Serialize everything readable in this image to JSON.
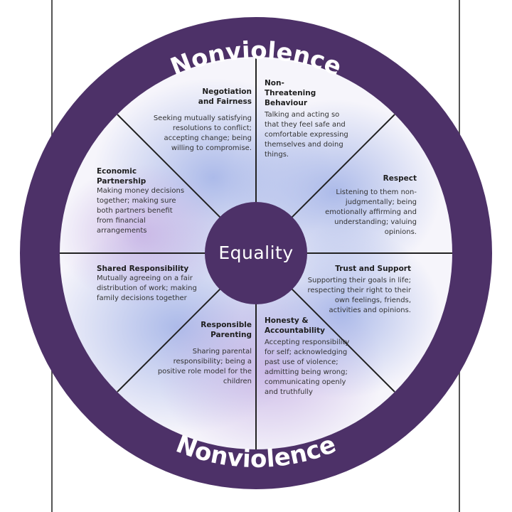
{
  "ring": {
    "top_label": "Nonviolence",
    "bottom_label": "Nonviolence"
  },
  "center": {
    "label": "Equality"
  },
  "colors": {
    "purple": "#4d3168",
    "watercolor_blue": "#aab8e6",
    "watercolor_violet": "#c6b0e2"
  },
  "segments": [
    {
      "title": "Negotiation and Fairness",
      "title_lines": [
        "Negotiation",
        "and Fairness"
      ],
      "desc": "Seeking mutually satisfying resolutions to conflict; accepting change; being willing to compromise."
    },
    {
      "title": "Non-Threatening Behaviour",
      "title_lines": [
        "Non-",
        "Threatening",
        "Behaviour"
      ],
      "desc": "Talking and acting so that they feel safe and comfortable expressing themselves and doing things."
    },
    {
      "title": "Respect",
      "title_lines": [
        "Respect"
      ],
      "desc": "Listening to them non-judgmentally; being emotionally affirming and understanding; valuing opinions."
    },
    {
      "title": "Trust and Support",
      "title_lines": [
        "Trust and Support"
      ],
      "desc": "Supporting their goals in life; respecting their right to their own feelings, friends, activities and opinions."
    },
    {
      "title": "Honesty & Accountability",
      "title_lines": [
        "Honesty &",
        "Accountability"
      ],
      "desc": "Accepting responsibility for self; acknowledging past use of violence; admitting being wrong; communicating openly and truthfully"
    },
    {
      "title": "Responsible Parenting",
      "title_lines": [
        "Responsible",
        "Parenting"
      ],
      "desc": "Sharing parental responsibility; being a positive role model for the children"
    },
    {
      "title": "Shared Responsibility",
      "title_lines": [
        "Shared Responsibility"
      ],
      "desc": "Mutually agreeing on a fair distribution of work; making family decisions together"
    },
    {
      "title": "Economic Partnership",
      "title_lines": [
        "Economic",
        "Partnership"
      ],
      "desc": "Making money decisions together; making sure both partners benefit from financial arrangements"
    }
  ]
}
